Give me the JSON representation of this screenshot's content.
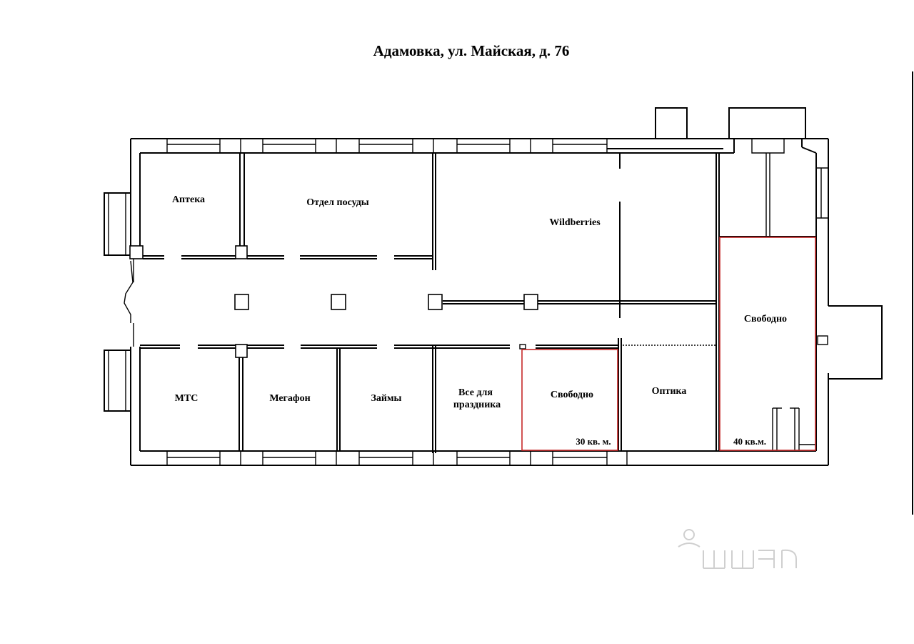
{
  "title": "Адамовка, ул. Майская, д. 76",
  "colors": {
    "walls": "#000000",
    "free_unit_outline": "#c62828",
    "background": "#ffffff",
    "watermark": "#cfcfcf"
  },
  "units": {
    "apteka": "Аптека",
    "otdel_posudy": "Отдел посуды",
    "wildberries": "Wildberries",
    "svobodno_right": "Свободно",
    "mts": "МТС",
    "megafon": "Мегафон",
    "zaimy": "Займы",
    "vse_dlya_line1": "Все для",
    "vse_dlya_line2": "праздника",
    "svobodno_middle": "Свободно",
    "optika": "Оптика"
  },
  "areas": {
    "svobodno_middle_area": "30 кв. м.",
    "svobodno_right_area": "40 кв.м."
  }
}
